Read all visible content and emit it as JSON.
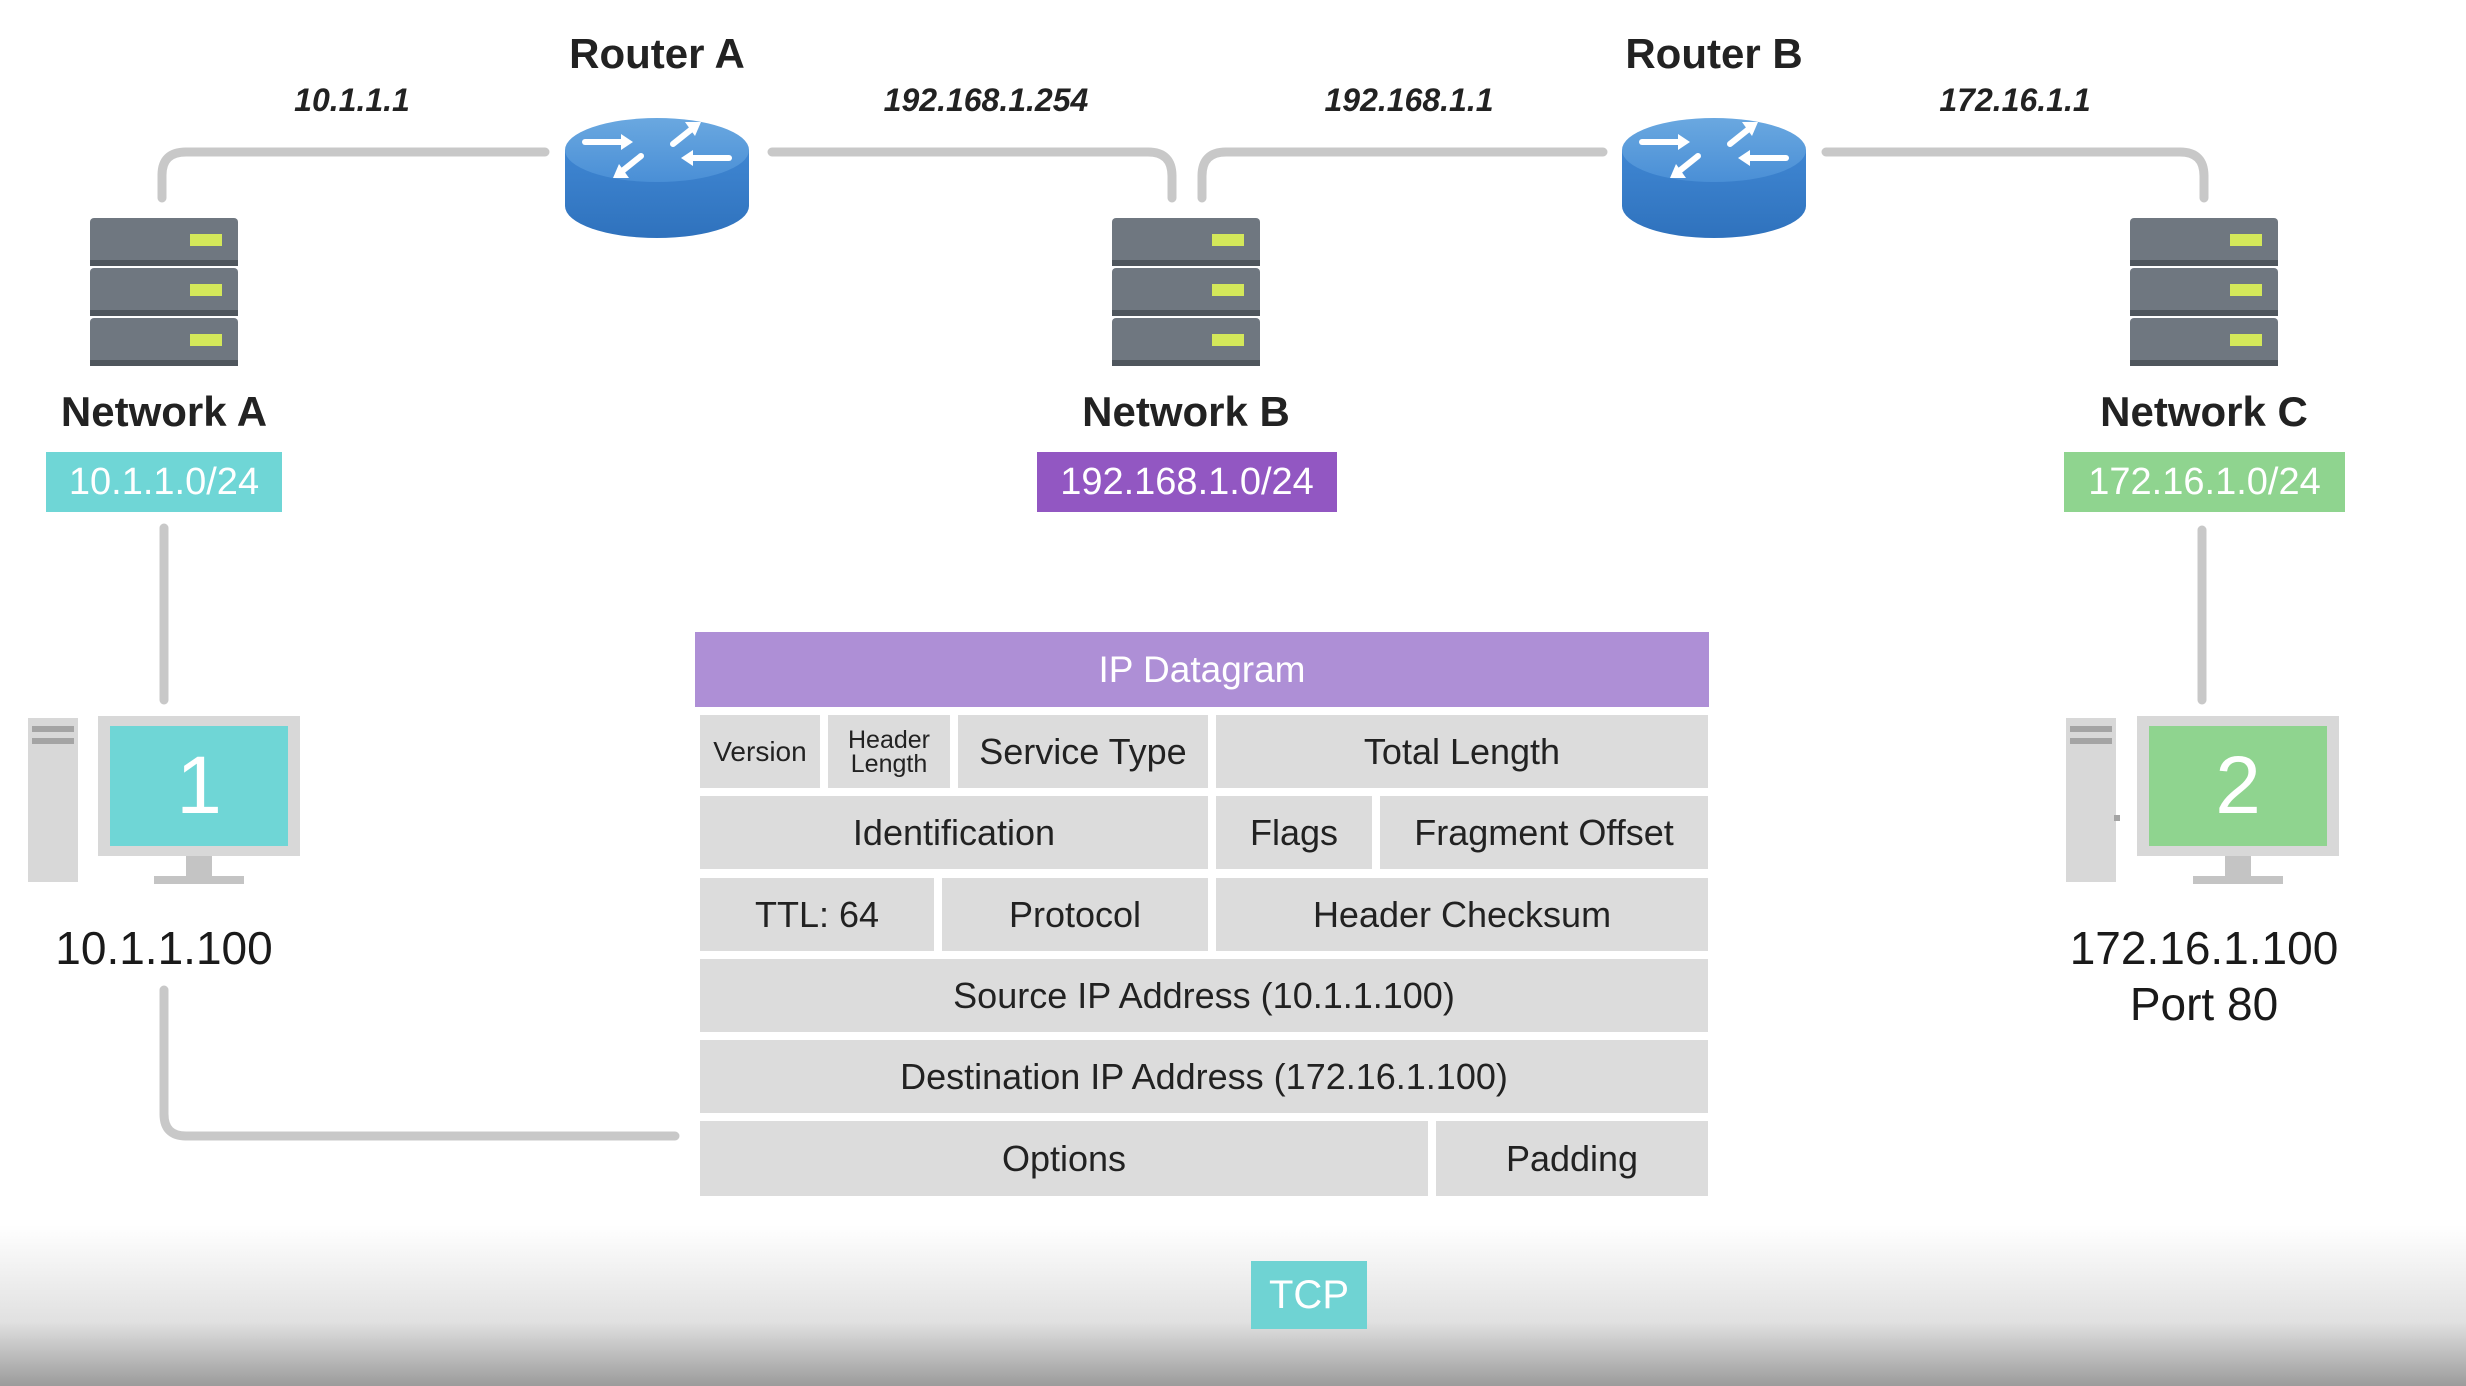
{
  "routers": [
    {
      "name": "Router A"
    },
    {
      "name": "Router B"
    }
  ],
  "link_ips": [
    "10.1.1.1",
    "192.168.1.254",
    "192.168.1.1",
    "172.16.1.1"
  ],
  "networks": [
    {
      "name": "Network A",
      "subnet": "10.1.1.0/24",
      "color": "#6fd6d6"
    },
    {
      "name": "Network B",
      "subnet": "192.168.1.0/24",
      "color": "#9257c2"
    },
    {
      "name": "Network C",
      "subnet": "172.16.1.0/24",
      "color": "#8fd48f"
    }
  ],
  "hosts": [
    {
      "number": "1",
      "ip": "10.1.1.100",
      "color": "#6fd6d6"
    },
    {
      "number": "2",
      "ip": "172.16.1.100",
      "port": "Port 80",
      "color": "#8fd48f"
    }
  ],
  "datagram": {
    "title": "IP Datagram",
    "version": "Version",
    "header_length_1": "Header",
    "header_length_2": "Length",
    "service_type": "Service Type",
    "total_length": "Total Length",
    "identification": "Identification",
    "flags": "Flags",
    "fragment_offset": "Fragment Offset",
    "ttl": "TTL: 64",
    "protocol": "Protocol",
    "header_checksum": "Header Checksum",
    "source": "Source IP Address (10.1.1.100)",
    "destination": "Destination IP Address (172.16.1.100)",
    "options": "Options",
    "padding": "Padding"
  },
  "payload_label": "TCP"
}
